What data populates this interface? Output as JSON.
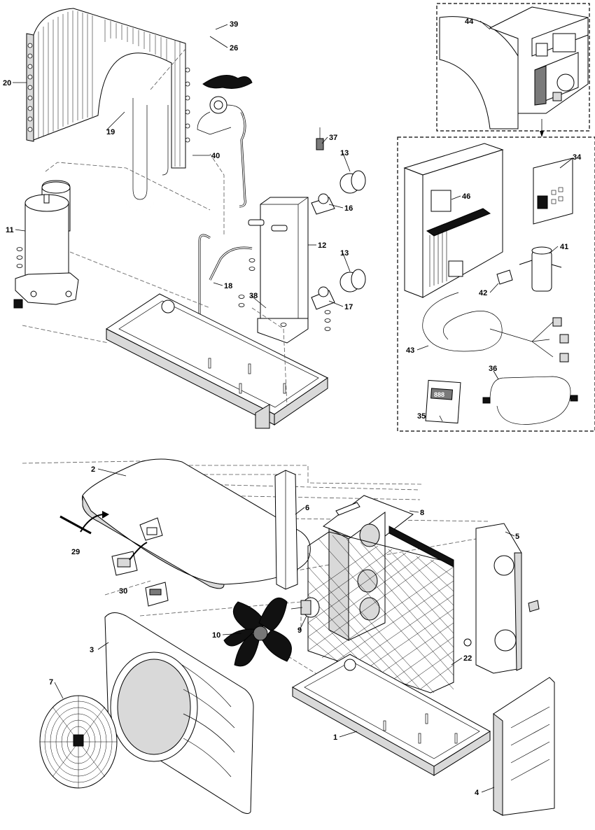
{
  "diagram": {
    "callouts": [
      {
        "id": "c1",
        "label": "1"
      },
      {
        "id": "c2",
        "label": "2"
      },
      {
        "id": "c3",
        "label": "3"
      },
      {
        "id": "c4",
        "label": "4"
      },
      {
        "id": "c5",
        "label": "5"
      },
      {
        "id": "c6",
        "label": "6"
      },
      {
        "id": "c7",
        "label": "7"
      },
      {
        "id": "c8",
        "label": "8"
      },
      {
        "id": "c9",
        "label": "9"
      },
      {
        "id": "c10",
        "label": "10"
      },
      {
        "id": "c11",
        "label": "11"
      },
      {
        "id": "c12",
        "label": "12"
      },
      {
        "id": "c13a",
        "label": "13"
      },
      {
        "id": "c13b",
        "label": "13"
      },
      {
        "id": "c16",
        "label": "16"
      },
      {
        "id": "c17",
        "label": "17"
      },
      {
        "id": "c18",
        "label": "18"
      },
      {
        "id": "c19",
        "label": "19"
      },
      {
        "id": "c20",
        "label": "20"
      },
      {
        "id": "c22",
        "label": "22"
      },
      {
        "id": "c26",
        "label": "26"
      },
      {
        "id": "c29",
        "label": "29"
      },
      {
        "id": "c30",
        "label": "30"
      },
      {
        "id": "c34",
        "label": "34"
      },
      {
        "id": "c35",
        "label": "35"
      },
      {
        "id": "c36",
        "label": "36"
      },
      {
        "id": "c37",
        "label": "37"
      },
      {
        "id": "c38",
        "label": "38"
      },
      {
        "id": "c39",
        "label": "39"
      },
      {
        "id": "c40",
        "label": "40"
      },
      {
        "id": "c41",
        "label": "41"
      },
      {
        "id": "c42",
        "label": "42"
      },
      {
        "id": "c43",
        "label": "43"
      },
      {
        "id": "c44",
        "label": "44"
      },
      {
        "id": "c46",
        "label": "46"
      }
    ],
    "display_readout": "888"
  }
}
